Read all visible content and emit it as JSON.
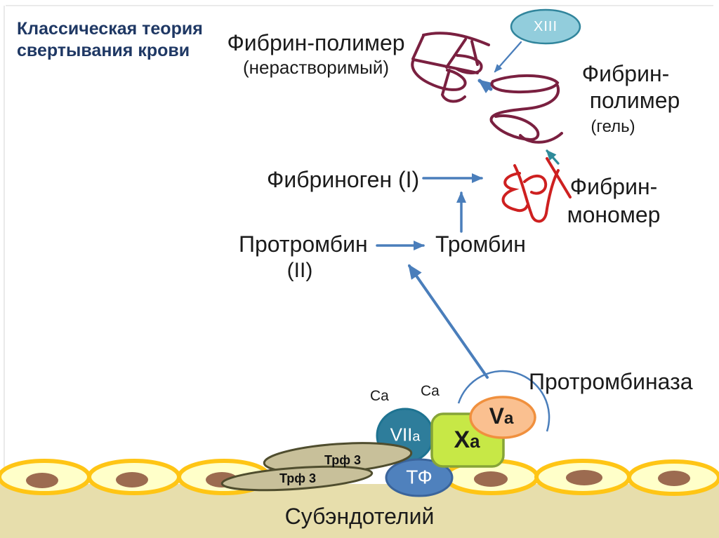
{
  "title": "Классическая теория свертывания крови",
  "diagram": {
    "fibrin_polymer_insoluble": {
      "label": "Фибрин-полимер",
      "note": "(нерастворимый)"
    },
    "factor_xiii_label": "XIII",
    "fibrin_polymer_gel": {
      "line1": "Фибрин-",
      "line2": "полимер",
      "note": "(гель)"
    },
    "fibrinogen_label": "Фибриноген (I)",
    "fibrin_monomer": {
      "line1": "Фибрин-",
      "line2": "мономер"
    },
    "prothrombin": {
      "label": "Протромбин",
      "numeral": "(II)"
    },
    "thrombin_label": "Тромбин",
    "prothrombinase_label": "Протромбиназа",
    "ca_left": "Ca",
    "ca_right": "Ca",
    "complex": {
      "viia_main": "VII",
      "viia_sub": "a",
      "xa_main": "X",
      "xa_sub": "a",
      "va_main": "V",
      "va_sub": "a",
      "tf_label": "ТФ",
      "trf3_upper": "Трф 3",
      "trf3_lower": "Трф 3"
    },
    "subendothelium_label": "Субэндотелий"
  },
  "colors": {
    "title_text": "#1F3864",
    "label_text": "#1B1B1B",
    "arrow_blue": "#4A7EBB",
    "arrow_teal": "#2E8B9A",
    "fibrin_polymer_stroke": "#7A2040",
    "fibrin_monomer_stroke": "#CE2020",
    "xiii_fill": "#92CDDC",
    "xiii_stroke": "#31859C",
    "viia_fill": "#2E7D9B",
    "tf_fill": "#4F81BD",
    "xa_fill": "#C7E846",
    "xa_stroke": "#86A437",
    "va_fill": "#FAC090",
    "va_stroke": "#F0903E",
    "trf3_fill": "#C8C09A",
    "trf3_stroke": "#4F4D2E",
    "cell_stroke": "#FFC515",
    "cell_fill": "#FFFFC9",
    "nucleus_fill": "#9C6B50",
    "subendothelium_fill": "#E7DEAC"
  }
}
